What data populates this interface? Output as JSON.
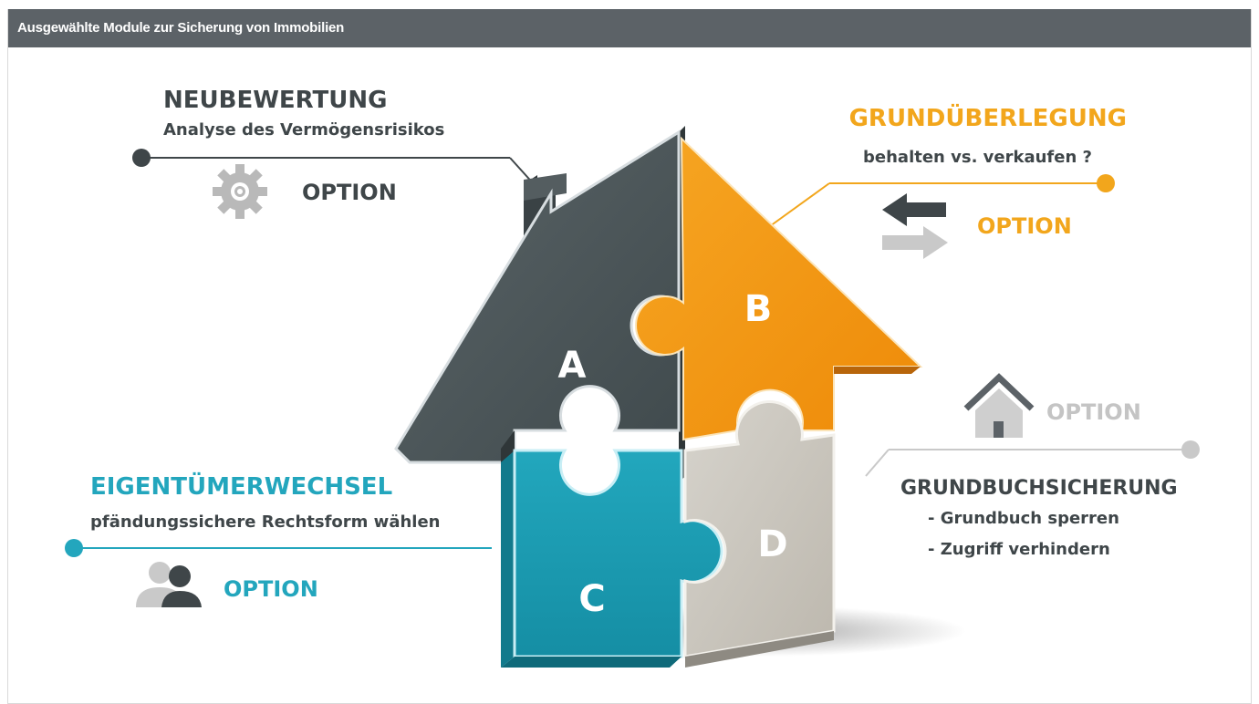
{
  "header": {
    "title": "Ausgewählte Module zur Sicherung von Immobilien"
  },
  "colors": {
    "header_bg": "#5c6267",
    "dark_piece": "#4c5659",
    "orange_piece": "#f39b11",
    "teal_piece": "#1b9cb3",
    "light_piece": "#c9c5bd",
    "heading_dark": "#3f4649",
    "heading_orange": "#f2a61c",
    "heading_teal": "#23a6bd",
    "option_grey": "#bdbdbd"
  },
  "pieces": {
    "a": "A",
    "b": "B",
    "c": "C",
    "d": "D"
  },
  "modules": {
    "neubewertung": {
      "title": "NEUBEWERTUNG",
      "subtitle": "Analyse des Vermögensrisikos",
      "option": "OPTION",
      "icon": "gear-icon"
    },
    "grundueberlegung": {
      "title": "GRUNDÜBERLEGUNG",
      "subtitle": "behalten vs. verkaufen ?",
      "option": "OPTION",
      "icon": "swap-arrows-icon"
    },
    "grundbuchsicherung": {
      "title": "GRUNDBUCHSICHERUNG",
      "line1": "- Grundbuch sperren",
      "line2": "- Zugriff verhindern",
      "option": "OPTION",
      "icon": "house-icon"
    },
    "eigentuemerwechsel": {
      "title": "EIGENTÜMERWECHSEL",
      "subtitle": "pfändungssichere Rechtsform wählen",
      "option": "OPTION",
      "icon": "users-icon"
    }
  }
}
